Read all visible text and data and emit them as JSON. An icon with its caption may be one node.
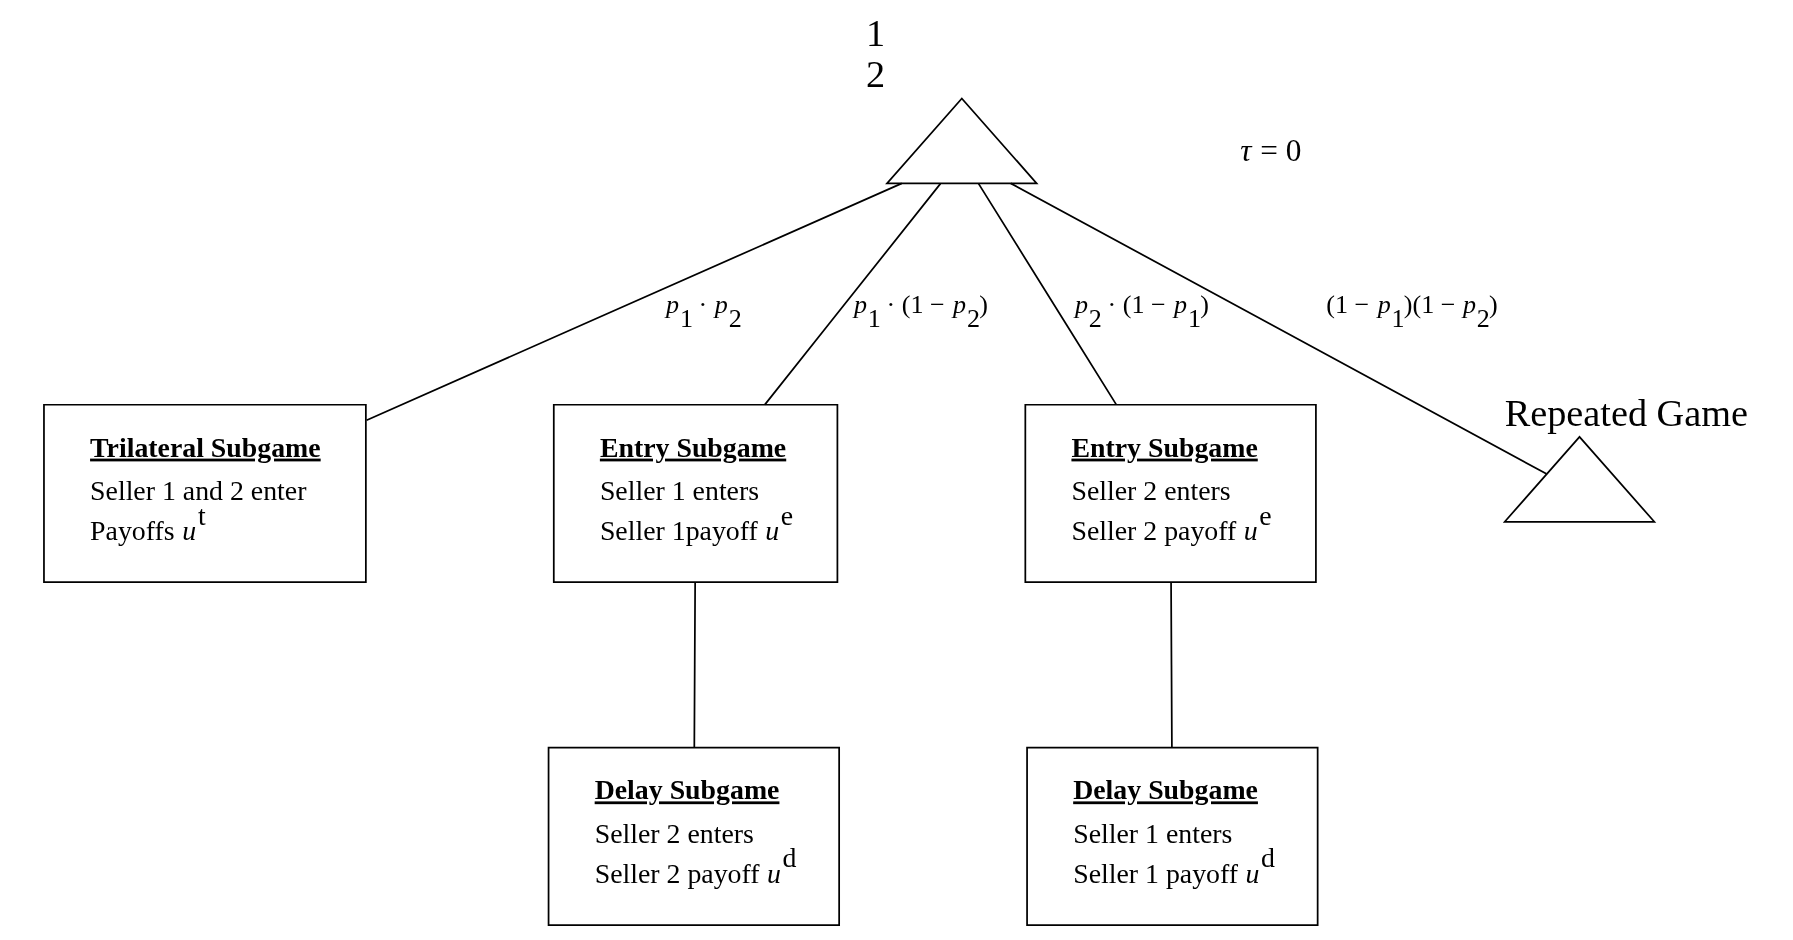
{
  "diagram": {
    "nodes": [
      {
        "text": [],
        "shape": "triangle",
        "beside": [
          "1",
          "2"
        ]
      },
      {
        "text": [
          "Trilateral Subgame",
          "Seller 1 and 2 enter",
          "Payoffs *u*$^{t}$"
        ]
      },
      {
        "text": [
          "Entry Subgame",
          "Seller 1 enters",
          "Seller 1payoff *u*$^{e}$"
        ]
      },
      {
        "text": [
          "Entry Subgame",
          "Seller 2 enters",
          "Seller 2 payoff *u*$^{e}$"
        ]
      },
      {
        "text": [],
        "shape": "triangle",
        "beside": [
          "Repeated Game"
        ]
      },
      {
        "text": [
          "Delay Subgame",
          "Seller 2 enters",
          "Seller 2 payoff *u*$^{d}$"
        ]
      },
      {
        "text": [
          "Delay Subgame",
          "Seller 1 enters",
          "Seller 1 payoff *u*$^{d}$"
        ]
      }
    ],
    "edges": [
      {
        "from": 0,
        "to": 1,
        "arrow": "none",
        "label": "*p*$_{1}$ · *p*$_{2}$"
      },
      {
        "from": 0,
        "to": 2,
        "arrow": "none",
        "label": "*p*$_{1}$ · (1 − *p*$_{2}$)"
      },
      {
        "from": 0,
        "to": 3,
        "arrow": "none",
        "label": "*p*$_{2}$ · (1 − *p*$_{1}$)"
      },
      {
        "from": 0,
        "to": 4,
        "arrow": "none",
        "label": "(1 − *p*$_{1}$)(1 − *p*$_{2}$)"
      },
      {
        "from": 2,
        "to": 5,
        "arrow": "none"
      },
      {
        "from": 3,
        "to": 6,
        "arrow": "none"
      }
    ],
    "labels": [
      "*τ* = 0"
    ]
  }
}
